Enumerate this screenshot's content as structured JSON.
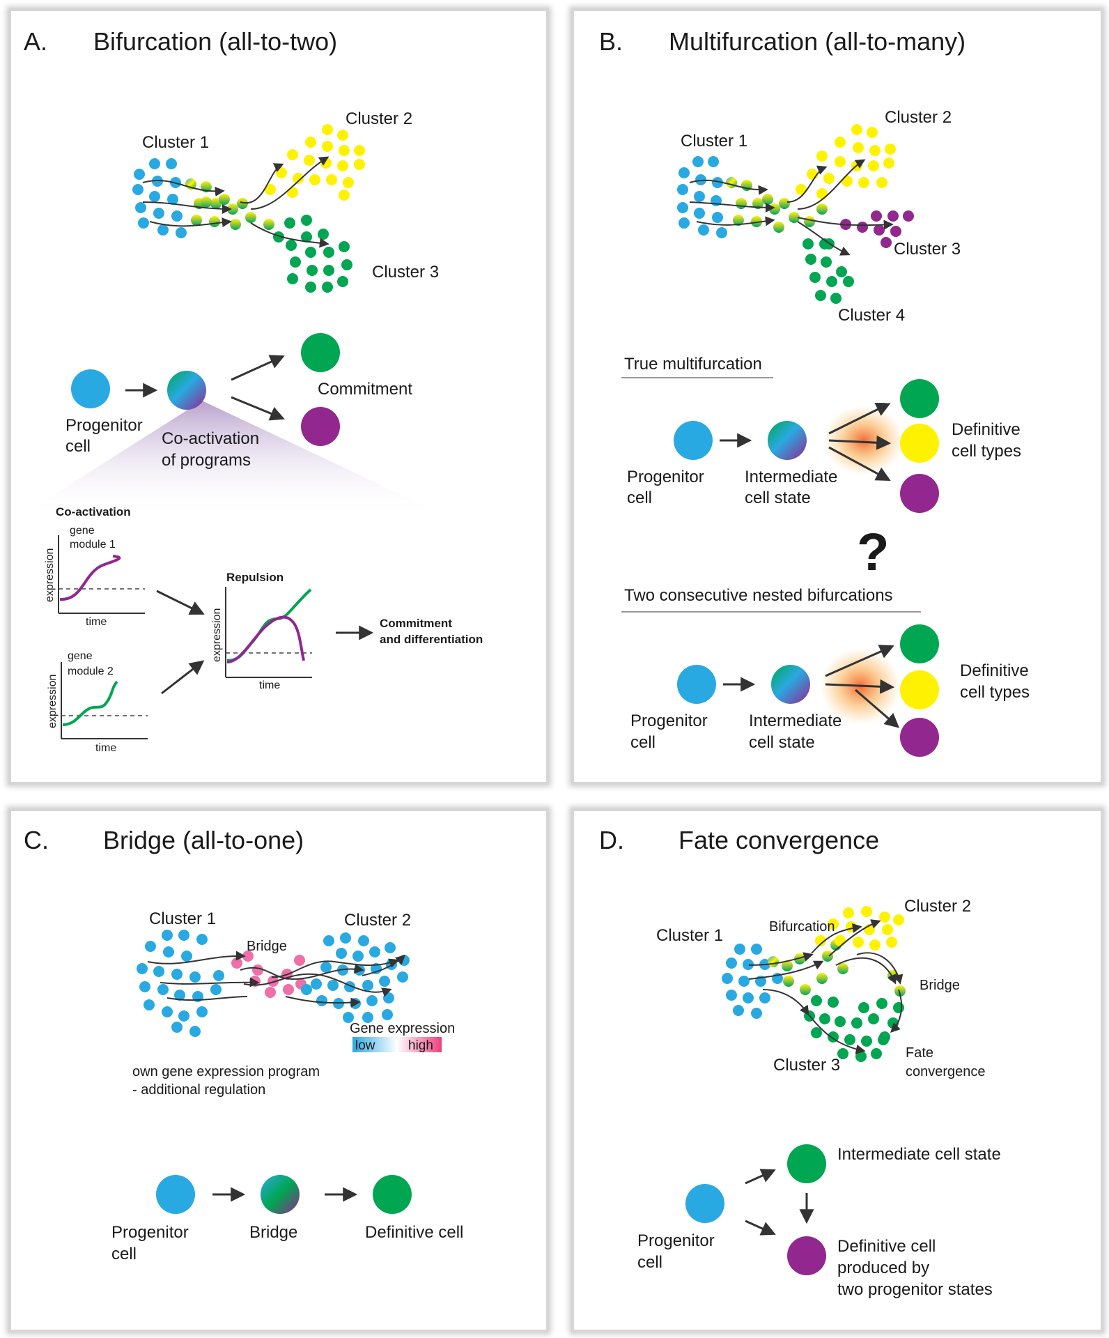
{
  "colors": {
    "blue": "#29a9e1",
    "yellow": "#fff200",
    "green": "#00a651",
    "purple": "#92278f",
    "pink": "#ee70a6",
    "arrow": "#333333",
    "panel_border": "#d9d9d9",
    "glow": "#f7941d"
  },
  "panelA": {
    "letter": "A.",
    "title": "Bifurcation (all-to-two)",
    "cluster1": "Cluster 1",
    "cluster2": "Cluster 2",
    "cluster3": "Cluster 3",
    "progenitor_l1": "Progenitor",
    "progenitor_l2": "cell",
    "coact_l1": "Co-activation",
    "coact_l2": "of programs",
    "commitment": "Commitment",
    "coactivation_heading": "Co-activation",
    "module1_l1": "gene",
    "module1_l2": "module 1",
    "module2_l1": "gene",
    "module2_l2": "module 2",
    "axis_y": "expression",
    "axis_x": "time",
    "repulsion": "Repulsion",
    "commit_diff_l1": "Commitment",
    "commit_diff_l2": "and differentiation"
  },
  "panelB": {
    "letter": "B.",
    "title": "Multifurcation (all-to-many)",
    "cluster1": "Cluster 1",
    "cluster2": "Cluster 2",
    "cluster3": "Cluster 3",
    "cluster4": "Cluster 4",
    "true_multi": "True multifurcation",
    "progenitor_l1": "Progenitor",
    "progenitor_l2": "cell",
    "intermediate_l1": "Intermediate",
    "intermediate_l2": "cell state",
    "definitive_l1": "Definitive",
    "definitive_l2": "cell types",
    "question": "?",
    "nested": "Two consecutive nested bifurcations"
  },
  "panelC": {
    "letter": "C.",
    "title": "Bridge (all-to-one)",
    "cluster1": "Cluster 1",
    "cluster2": "Cluster 2",
    "bridge": "Bridge",
    "gene_expression": "Gene expression",
    "low": "low",
    "high": "high",
    "own_program_l1": "own gene expression program",
    "own_program_l2": "- additional regulation",
    "progenitor_l1": "Progenitor",
    "progenitor_l2": "cell",
    "bridge_cell": "Bridge",
    "definitive_cell": "Definitive cell"
  },
  "panelD": {
    "letter": "D.",
    "title": "Fate convergence",
    "cluster1": "Cluster 1",
    "cluster2": "Cluster 2",
    "cluster3": "Cluster 3",
    "bifurcation": "Bifurcation",
    "bridge": "Bridge",
    "fate_l1": "Fate",
    "fate_l2": "convergence",
    "intermediate": "Intermediate cell state",
    "progenitor_l1": "Progenitor",
    "progenitor_l2": "cell",
    "definitive_l1": "Definitive cell",
    "definitive_l2": "produced by",
    "definitive_l3": "two progenitor states"
  }
}
